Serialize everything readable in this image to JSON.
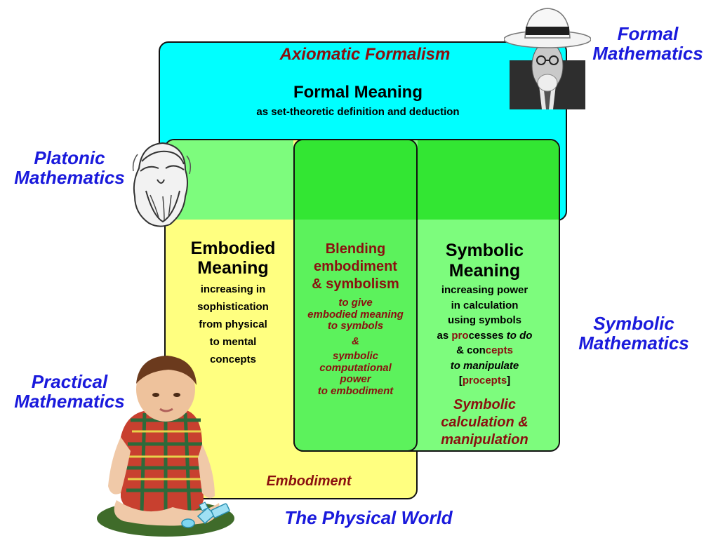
{
  "axiomatic": {
    "title": "Axiomatic Formalism",
    "heading": "Formal Meaning",
    "sub": "as set-theoretic definition and deduction"
  },
  "embodied": {
    "heading_line1": "Embodied",
    "heading_line2": "Meaning",
    "desc": [
      "increasing in",
      "sophistication",
      "from physical",
      "to mental",
      "concepts"
    ],
    "footer": "Embodiment"
  },
  "blending": {
    "heading": [
      "Blending",
      "embodiment",
      "& symbolism"
    ],
    "items": [
      "to give",
      "embodied meaning",
      "to symbols",
      "&",
      "symbolic",
      "computational",
      "power",
      "to embodiment"
    ]
  },
  "symbolic": {
    "heading_line1": "Symbolic",
    "heading_line2": "Meaning",
    "desc": [
      "increasing power",
      "in calculation",
      "using symbols"
    ],
    "as": "as ",
    "pro": "pro",
    "cesses": "cesses ",
    "to_do": "to do",
    "amp_con": "& con",
    "cepts": "cepts",
    "to_manipulate": "to manipulate",
    "bracket_open": "[",
    "procepts": "procepts",
    "bracket_close": "]",
    "footer": [
      "Symbolic",
      "calculation &",
      "manipulation"
    ]
  },
  "labels": {
    "formal": [
      "Formal",
      "Mathematics"
    ],
    "platonic": [
      "Platonic",
      "Mathematics"
    ],
    "symbolic": [
      "Symbolic",
      "Mathematics"
    ],
    "practical": [
      "Practical",
      "Mathematics"
    ],
    "physical_world": "The Physical World"
  },
  "colors": {
    "cyan": "#00ffff",
    "yellow": "#ffff80",
    "light_green": "#7dfc7d",
    "mid_green": "#5cf25c",
    "bright_green": "#33e633",
    "label_blue": "#1a1adc",
    "dark_red": "#8b1010"
  }
}
